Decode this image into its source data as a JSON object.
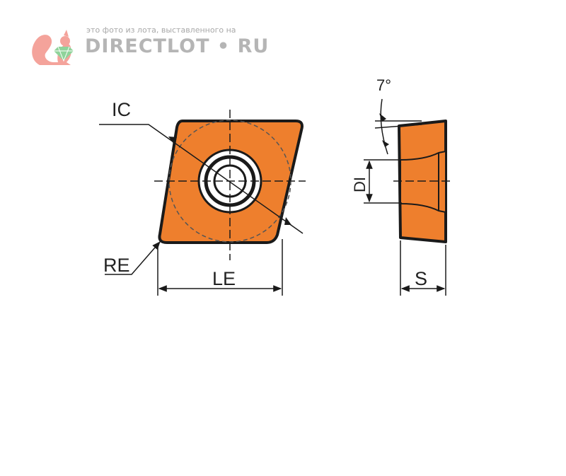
{
  "watermark": {
    "caption": "это фото из лота, выставленного на",
    "name": "DIRECTLOT • RU"
  },
  "labels": {
    "ic": "IC",
    "re": "RE",
    "le": "LE",
    "di": "DI",
    "s": "S",
    "angle": "7°"
  },
  "colors": {
    "insert_fill": "#EE7F2D",
    "outline": "#1a1a1a",
    "watermark_text": "#b5b5b5",
    "logo_squirrel": "#f4a39b",
    "logo_gem": "#8fd39a"
  }
}
